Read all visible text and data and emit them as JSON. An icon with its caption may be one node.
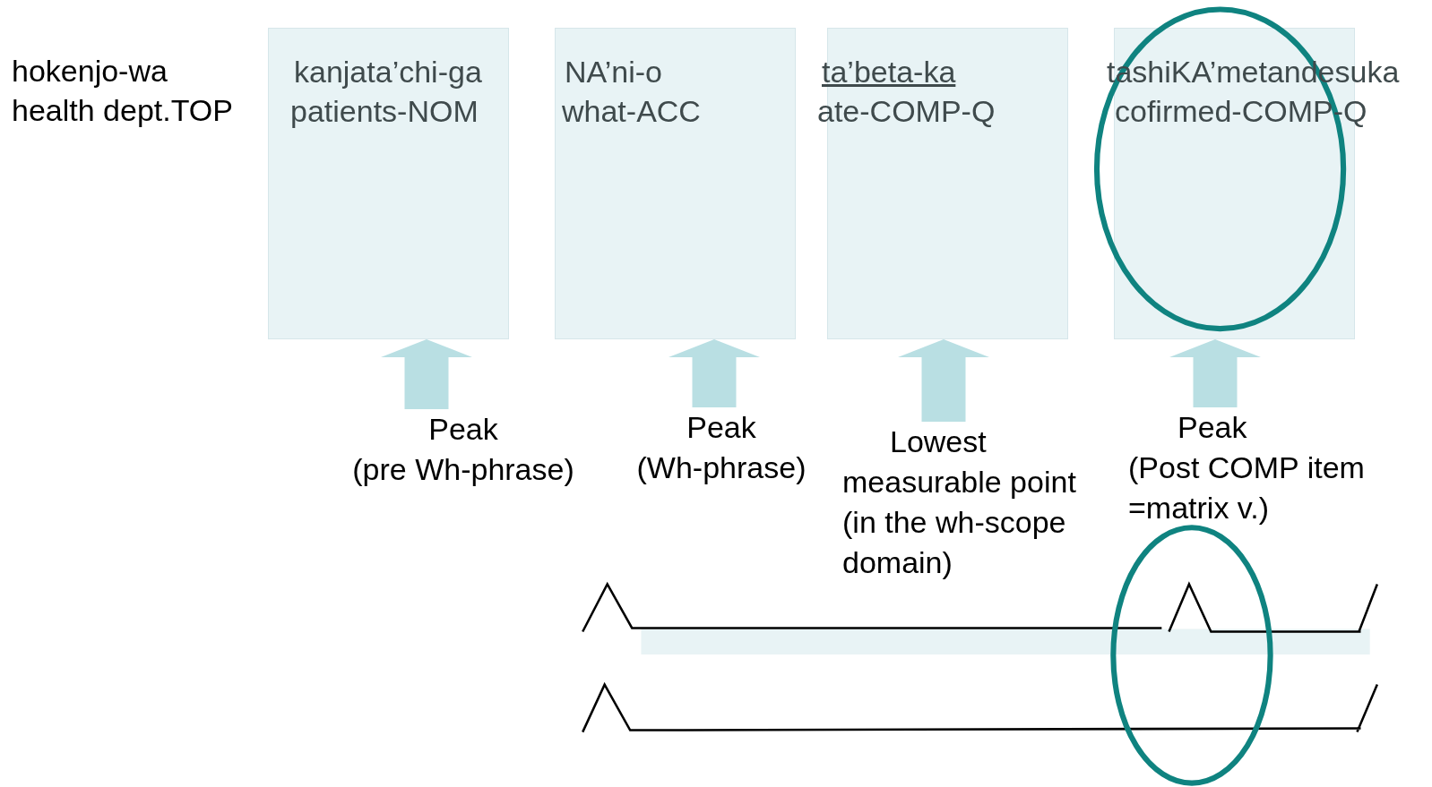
{
  "diagram": {
    "nodes": [
      {
        "text": [
          "kanjata’chi-ga",
          "patients-NOM"
        ]
      },
      {
        "text": [
          "NA’ni-o",
          "what-ACC"
        ]
      },
      {
        "text": [
          "ta’beta-ka",
          "ate-COMP-Q"
        ]
      },
      {
        "text": [
          "tashiKA’metandesuka",
          "cofirmed-COMP-Q"
        ]
      },
      {
        "text": [
          "Peak",
          "(pre Wh-phrase)"
        ]
      },
      {
        "text": [
          "Peak",
          "(Wh-phrase)"
        ]
      },
      {
        "text": [
          "Lowest",
          "measurable point (in the wh-scope domain)"
        ]
      },
      {
        "text": [
          "Peak",
          "(Post COMP item =matrix v.)"
        ]
      }
    ],
    "edges": [
      {
        "from": 4,
        "to": 0,
        "arrow": "to"
      },
      {
        "from": 5,
        "to": 1,
        "arrow": "to"
      },
      {
        "from": 6,
        "to": 2,
        "arrow": "to"
      },
      {
        "from": 7,
        "to": 3,
        "arrow": "to"
      }
    ],
    "labels": [
      "hokenjo-wa",
      "health dept.TOP"
    ]
  }
}
